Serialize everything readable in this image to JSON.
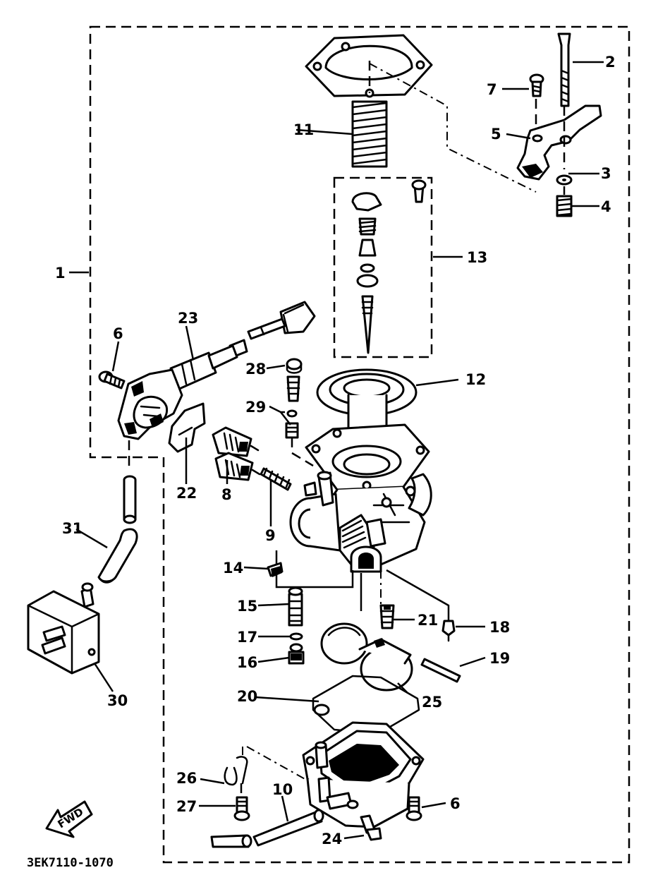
{
  "diagram_code": "3EK7110-1070",
  "direction_label": "FWD",
  "callouts": [
    {
      "id": "c1",
      "text": "1"
    },
    {
      "id": "c2",
      "text": "2"
    },
    {
      "id": "c3",
      "text": "3"
    },
    {
      "id": "c4",
      "text": "4"
    },
    {
      "id": "c5",
      "text": "5"
    },
    {
      "id": "c6a",
      "text": "6"
    },
    {
      "id": "c6b",
      "text": "6"
    },
    {
      "id": "c7",
      "text": "7"
    },
    {
      "id": "c8",
      "text": "8"
    },
    {
      "id": "c9",
      "text": "9"
    },
    {
      "id": "c10",
      "text": "10"
    },
    {
      "id": "c11",
      "text": "11"
    },
    {
      "id": "c12",
      "text": "12"
    },
    {
      "id": "c13",
      "text": "13"
    },
    {
      "id": "c14",
      "text": "14"
    },
    {
      "id": "c15",
      "text": "15"
    },
    {
      "id": "c16",
      "text": "16"
    },
    {
      "id": "c17",
      "text": "17"
    },
    {
      "id": "c18",
      "text": "18"
    },
    {
      "id": "c19",
      "text": "19"
    },
    {
      "id": "c20",
      "text": "20"
    },
    {
      "id": "c21",
      "text": "21"
    },
    {
      "id": "c22",
      "text": "22"
    },
    {
      "id": "c23",
      "text": "23"
    },
    {
      "id": "c24",
      "text": "24"
    },
    {
      "id": "c25",
      "text": "25"
    },
    {
      "id": "c26",
      "text": "26"
    },
    {
      "id": "c27",
      "text": "27"
    },
    {
      "id": "c28",
      "text": "28"
    },
    {
      "id": "c29",
      "text": "29"
    },
    {
      "id": "c30",
      "text": "30"
    },
    {
      "id": "c31",
      "text": "31"
    }
  ]
}
